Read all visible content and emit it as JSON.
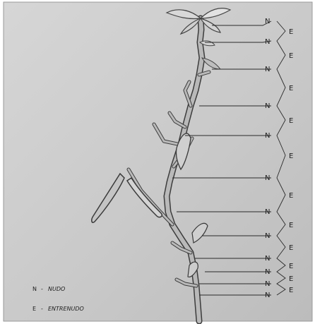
{
  "legend": {
    "node": {
      "symbol": "N",
      "separator": "-",
      "text": "NUDO"
    },
    "internode": {
      "symbol": "E",
      "separator": "-",
      "text": "ENTRENUDO"
    }
  },
  "node_symbol": "N",
  "internode_symbol": "E",
  "colors": {
    "background": "#cfcfcf",
    "stem": "#b9b9b9",
    "stem_edge": "#3c3c3c",
    "leaf": "#d8d8d8",
    "label_line": "#2a2a2a",
    "text": "#1e1e1e"
  }
}
